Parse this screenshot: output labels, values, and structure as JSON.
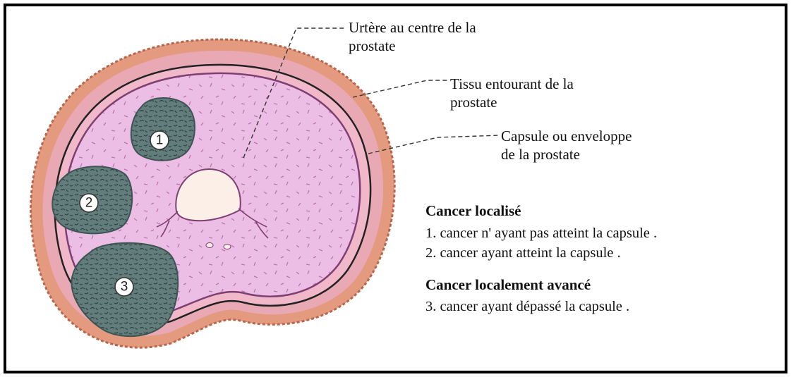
{
  "callouts": {
    "urethra": {
      "line1": "Urtère au centre de la",
      "line2": "prostate"
    },
    "surrounding_tissue": {
      "line1": "Tissu entourant de la",
      "line2": "prostate"
    },
    "capsule": {
      "line1": "Capsule ou enveloppe",
      "line2": "de la prostate"
    }
  },
  "tumors": [
    {
      "number": "1"
    },
    {
      "number": "2"
    },
    {
      "number": "3"
    }
  ],
  "legend": {
    "localized": {
      "title": "Cancer localisé",
      "items": [
        "1. cancer n' ayant pas atteint la capsule .",
        "2. cancer ayant atteint la capsule ."
      ]
    },
    "advanced": {
      "title": "Cancer localement avancé",
      "items": [
        "3. cancer ayant dépassé la capsule ."
      ]
    }
  },
  "colors": {
    "outer_tissue": "#e39a7f",
    "capsule_band": "#e8a8b4",
    "gland": "#ecbde5",
    "tumor": "#5f7a78",
    "urethra": "#fbefe8"
  }
}
